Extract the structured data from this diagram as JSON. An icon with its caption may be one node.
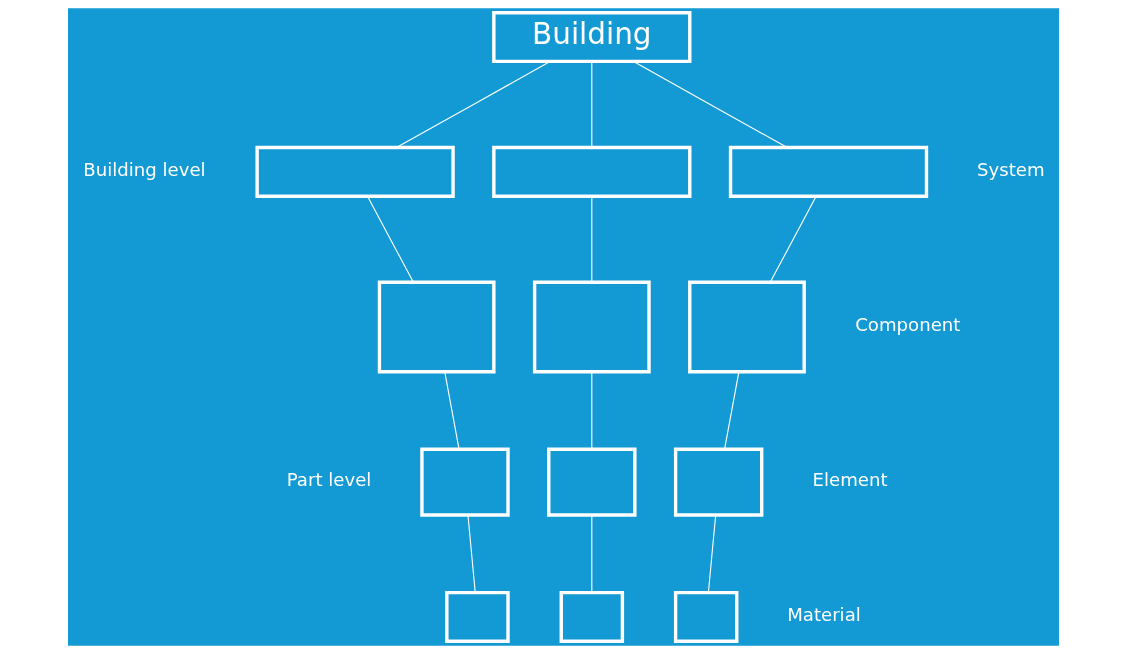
{
  "diagram": {
    "nodes": [
      {
        "text": [
          "Building"
        ]
      },
      {
        "text": [],
        "shape": "box"
      },
      {
        "text": [],
        "shape": "box"
      },
      {
        "text": [],
        "shape": "box"
      },
      {
        "text": [],
        "shape": "box"
      },
      {
        "text": [],
        "shape": "box"
      },
      {
        "text": [],
        "shape": "box"
      },
      {
        "text": [],
        "shape": "box"
      },
      {
        "text": [],
        "shape": "box"
      },
      {
        "text": [],
        "shape": "box"
      },
      {
        "text": [],
        "shape": "box"
      },
      {
        "text": [],
        "shape": "box"
      },
      {
        "text": [],
        "shape": "box"
      }
    ],
    "edges": [
      {
        "from": 0,
        "to": 1,
        "arrow": "none"
      },
      {
        "from": 0,
        "to": 2,
        "arrow": "none"
      },
      {
        "from": 0,
        "to": 3,
        "arrow": "none"
      },
      {
        "from": 1,
        "to": 4,
        "arrow": "none"
      },
      {
        "from": 2,
        "to": 5,
        "arrow": "none"
      },
      {
        "from": 3,
        "to": 6,
        "arrow": "none"
      },
      {
        "from": 4,
        "to": 7,
        "arrow": "none"
      },
      {
        "from": 5,
        "to": 8,
        "arrow": "none"
      },
      {
        "from": 6,
        "to": 9,
        "arrow": "none"
      },
      {
        "from": 7,
        "to": 10,
        "arrow": "none"
      },
      {
        "from": 8,
        "to": 11,
        "arrow": "none"
      },
      {
        "from": 9,
        "to": 12,
        "arrow": "none"
      }
    ],
    "labels": [
      "Building level",
      "System",
      "Part level",
      "Component",
      "Element",
      "Material"
    ]
  }
}
